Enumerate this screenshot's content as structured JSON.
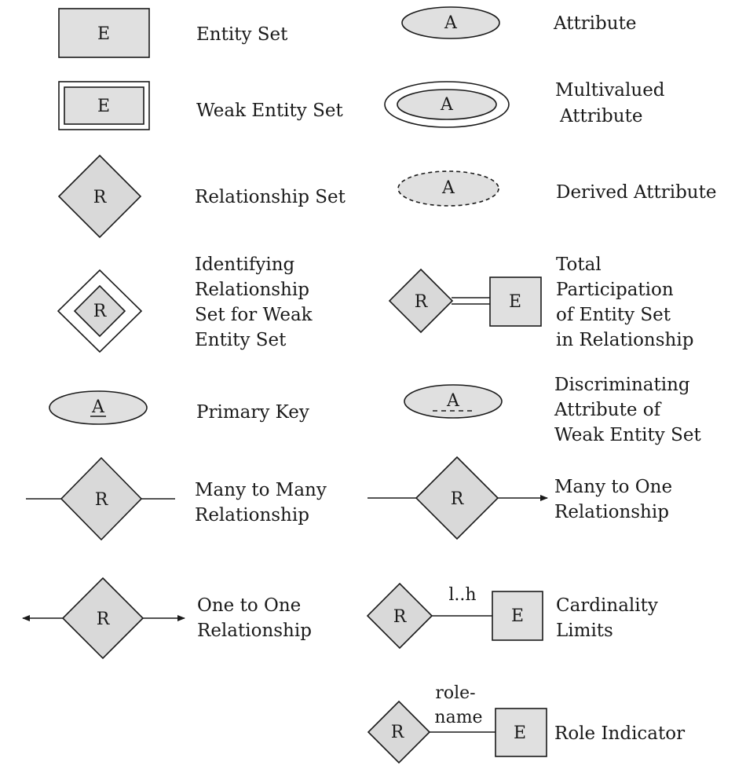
{
  "symbols": {
    "entity": "E",
    "attribute": "A",
    "relationship": "R"
  },
  "legend": {
    "entity_set": "Entity Set",
    "weak_entity_set": "Weak Entity Set",
    "relationship_set": "Relationship Set",
    "identifying_relationship": [
      "Identifying",
      "Relationship",
      "Set for Weak",
      "Entity Set"
    ],
    "primary_key": "Primary Key",
    "many_to_many": [
      "Many to Many",
      "Relationship"
    ],
    "one_to_one": [
      "One to One",
      "Relationship"
    ],
    "attribute": "Attribute",
    "multivalued_attribute": [
      "Multivalued",
      "Attribute"
    ],
    "derived_attribute": "Derived Attribute",
    "total_participation": [
      "Total",
      "Participation",
      "of Entity Set",
      "in Relationship"
    ],
    "discriminating_attribute": [
      "Discriminating",
      "Attribute of",
      "Weak Entity Set"
    ],
    "many_to_one": [
      "Many to One",
      "Relationship"
    ],
    "cardinality_limits": [
      "Cardinality",
      "Limits"
    ],
    "cardinality_range": "l..h",
    "role_name": [
      "role-",
      "name"
    ],
    "role_indicator": "Role Indicator"
  }
}
